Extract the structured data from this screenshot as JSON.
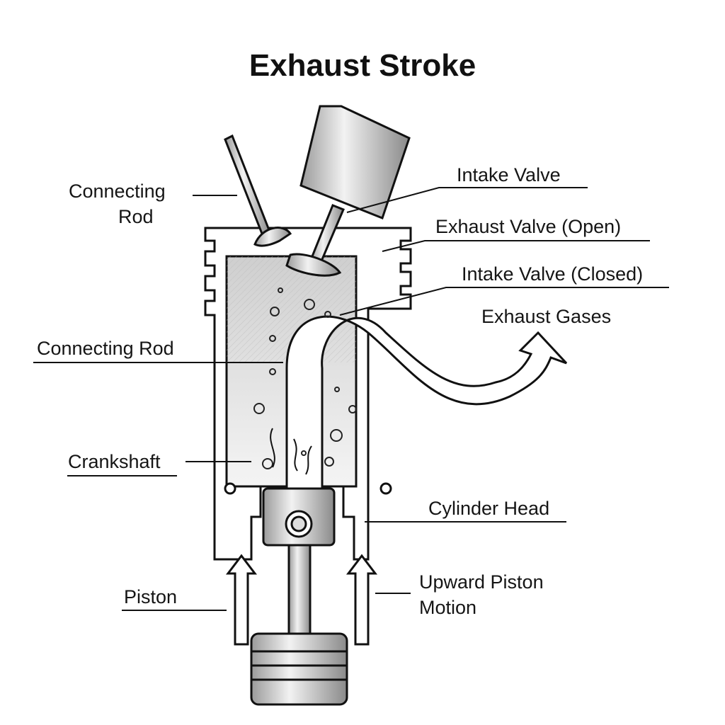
{
  "title": "Exhaust Stroke",
  "labels": {
    "connecting_rod_top_line1": "Connecting",
    "connecting_rod_top_line2": "Rod",
    "intake_valve": "Intake Valve",
    "exhaust_valve_open": "Exhaust Valve (Open)",
    "intake_valve_closed": "Intake Valve (Closed)",
    "exhaust_gases": "Exhaust Gases",
    "connecting_rod": "Connecting Rod",
    "crankshaft": "Crankshaft",
    "cylinder_head": "Cylinder Head",
    "piston": "Piston",
    "upward_motion_line1": "Upward Piston",
    "upward_motion_line2": "Motion"
  }
}
